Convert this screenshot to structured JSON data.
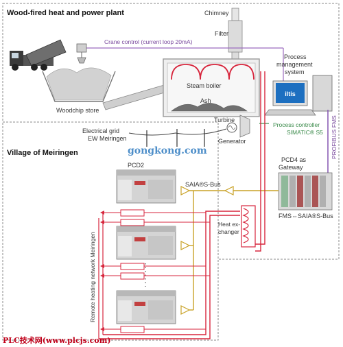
{
  "titles": {
    "plant": "Wood-fired heat and power plant",
    "village": "Village of Meiringen"
  },
  "labels": {
    "chimney": "Chimney",
    "filter": "Filter",
    "crane_control": "Crane control (current loop 20mA)",
    "woodchip_store": "Woodchip store",
    "steam_boiler": "Steam boiler",
    "ash": "Ash",
    "turbine": "Turbine",
    "generator": "Generator",
    "grid_line1": "Electrical grid",
    "grid_line2": "EW Meiringen",
    "pms_line1": "Process",
    "pms_line2": "management",
    "pms_line3": "system",
    "monitor_brand": "iltis",
    "pc_line1": "Process controller",
    "pc_line2": "SIMATIC® S5",
    "profibus": "PROFIBUS FMS",
    "pcd2": "PCD2",
    "pcd4_line1": "PCD4 as",
    "pcd4_line2": "Gateway",
    "saia_bus": "SAIA®S-Bus",
    "fms_saia": "FMS⇔SAIA®S-Bus",
    "hx_line1": "Heat ex-",
    "hx_line2": "changer",
    "remote_heating": "Remote heating network Meiringen"
  },
  "watermark": "gongkong.com",
  "footer": "PLC技术网(www.plcjs.com)",
  "colors": {
    "heating_red": "#d7263d",
    "bus_yellow": "#c9a227",
    "crane_purple": "#9b6bbf",
    "profibus_purple": "#8a5fb5",
    "process_green": "#3a8a4a",
    "watermark_blue": "#4d8ec9",
    "footer_red": "#c0001a",
    "border_gray": "#8a8a8a"
  }
}
